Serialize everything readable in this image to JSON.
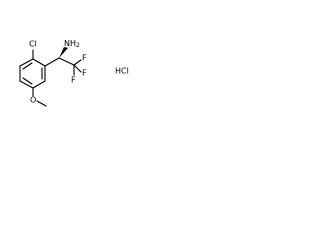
{
  "labels": {
    "chlorine": "Cl",
    "amine": "NH2",
    "fluorine_top": "F",
    "fluorine_mid": "F",
    "fluorine_bottom": "F",
    "oxygen": "O",
    "salt": "HCl"
  },
  "colors": {
    "bond": "#000000",
    "text": "#000000",
    "background": "#ffffff"
  }
}
